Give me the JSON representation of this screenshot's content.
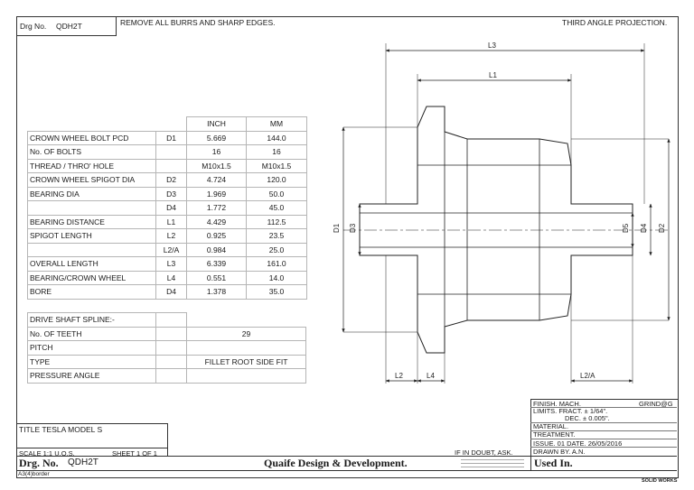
{
  "header": {
    "drg_label": "Drg No.",
    "drg_no": "QDH2T",
    "note": "REMOVE ALL BURRS AND SHARP EDGES.",
    "projection": "THIRD ANGLE PROJECTION."
  },
  "table": {
    "col_inch": "INCH",
    "col_mm": "MM",
    "rows": [
      {
        "label": "CROWN WHEEL BOLT PCD",
        "sym": "D1",
        "inch": "5.669",
        "mm": "144.0"
      },
      {
        "label": "No. OF BOLTS",
        "sym": "",
        "inch": "16",
        "mm": "16"
      },
      {
        "label": "THREAD / THRO' HOLE",
        "sym": "",
        "inch": "M10x1.5",
        "mm": "M10x1.5"
      },
      {
        "label": "CROWN WHEEL SPIGOT DIA",
        "sym": "D2",
        "inch": "4.724",
        "mm": "120.0"
      },
      {
        "label": "BEARING DIA",
        "sym": "D3",
        "inch": "1.969",
        "mm": "50.0"
      },
      {
        "label": "",
        "sym": "D4",
        "inch": "1.772",
        "mm": "45.0"
      },
      {
        "label": "BEARING DISTANCE",
        "sym": "L1",
        "inch": "4.429",
        "mm": "112.5"
      },
      {
        "label": "SPIGOT LENGTH",
        "sym": "L2",
        "inch": "0.925",
        "mm": "23.5"
      },
      {
        "label": "",
        "sym": "L2/A",
        "inch": "0.984",
        "mm": "25.0"
      },
      {
        "label": "OVERALL LENGTH",
        "sym": "L3",
        "inch": "6.339",
        "mm": "161.0"
      },
      {
        "label": "BEARING/CROWN WHEEL",
        "sym": "L4",
        "inch": "0.551",
        "mm": "14.0"
      },
      {
        "label": "BORE",
        "sym": "D4",
        "inch": "1.378",
        "mm": "35.0"
      }
    ],
    "spline_title": "DRIVE SHAFT SPLINE:-",
    "spline_rows": [
      {
        "label": "No. OF TEETH",
        "value": "29"
      },
      {
        "label": "PITCH",
        "value": ""
      },
      {
        "label": "TYPE",
        "value": "FILLET ROOT SIDE FIT"
      },
      {
        "label": "PRESSURE ANGLE",
        "value": ""
      }
    ]
  },
  "dims": {
    "L3": "L3",
    "L1": "L1",
    "L2": "L2",
    "L4": "L4",
    "L2A": "L2/A",
    "D1": "D1",
    "D3": "D3",
    "D5": "D5",
    "D4": "D4",
    "D2": "D2"
  },
  "title_block": {
    "title": "TITLE TESLA MODEL S",
    "scale": "SCALE 1:1 U.O.S.",
    "sheet": "SHEET 1 OF 1",
    "drg_label": "Drg. No.",
    "drg_no": "QDH2T",
    "company": "Quaife Design & Development.",
    "if_in_doubt": "IF IN DOUBT, ASK.",
    "finish": "FINISH. MACH.",
    "grind": "GRIND@G",
    "limits_fract": "LIMITS. FRACT. ± 1/64\".",
    "limits_dec": "DEC. ± 0.005\".",
    "material": "MATERIAL.",
    "treatment": "TREATMENT.",
    "issue": "ISSUE. 01   DATE. 26/05/2016",
    "drawn_by": "DRAWN BY. A.N.",
    "used_in": "Used In.",
    "border_ref": "A3(4)border",
    "software": "SOLID WORKS"
  }
}
